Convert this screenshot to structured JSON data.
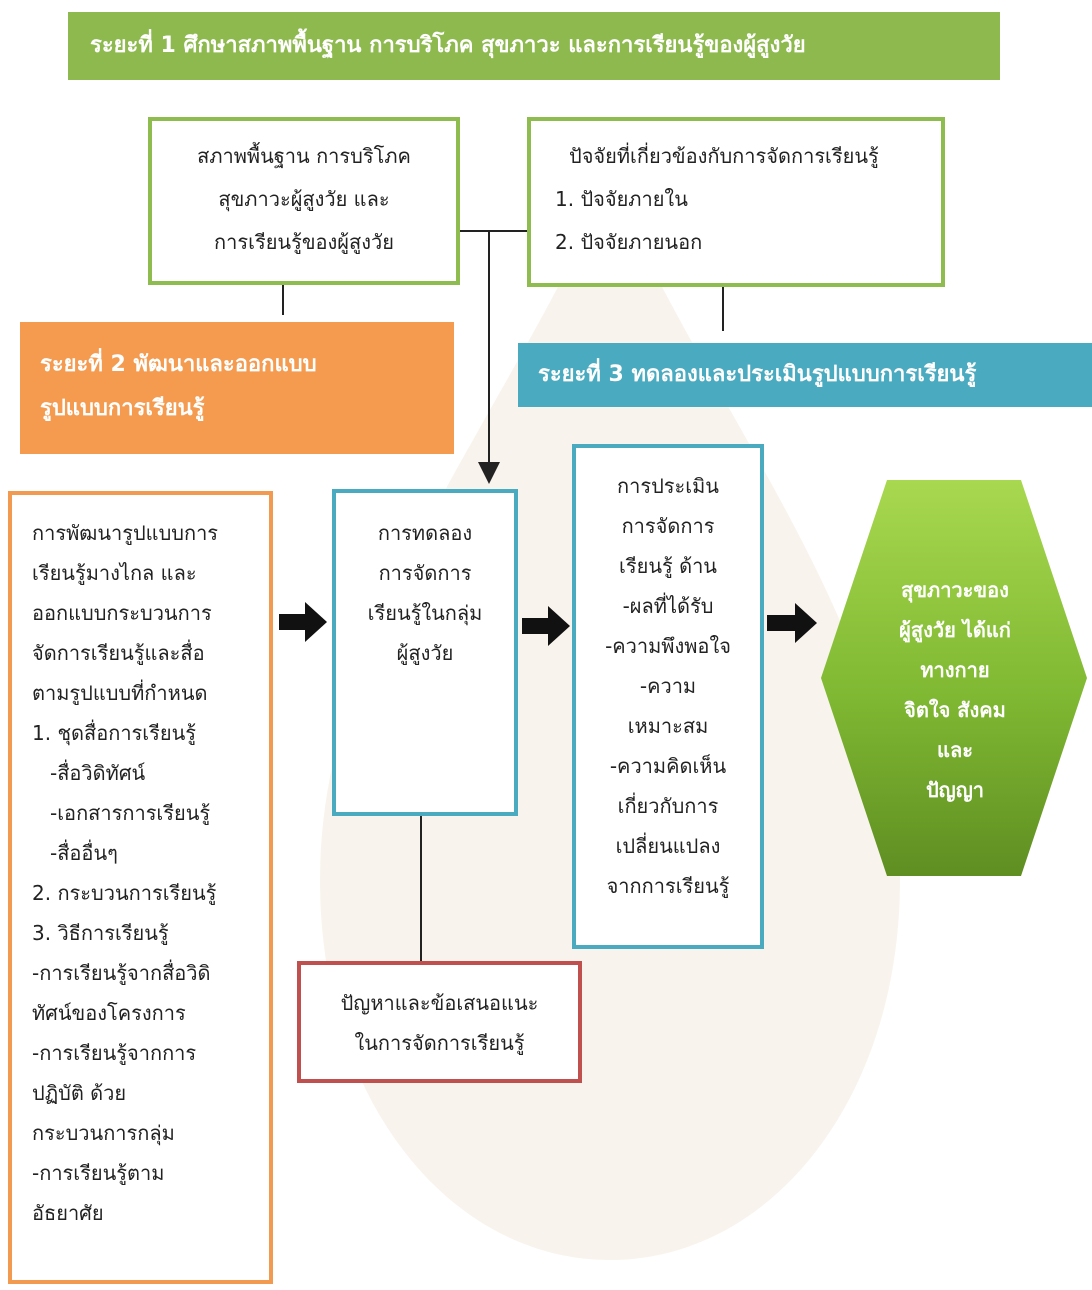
{
  "phase1": {
    "title": "ระยะที่ 1 ศึกษาสภาพพื้นฐาน การบริโภค สุขภาวะ และการเรียนรู้ของผู้สูงวัย"
  },
  "phase2": {
    "line1": "ระยะที่ 2 พัฒนาและออกแบบ",
    "line2": "รูปแบบการเรียนรู้"
  },
  "phase3": {
    "title": "ระยะที่ 3 ทดลองและประเมินรูปแบบการเรียนรู้"
  },
  "baseline": {
    "lines": [
      "สภาพพื้นฐาน การบริโภค",
      "สุขภาวะผู้สูงวัย และ",
      "การเรียนรู้ของผู้สูงวัย"
    ]
  },
  "factors": {
    "title": "ปัจจัยที่เกี่ยวข้องกับการจัดการเรียนรู้",
    "item1": "1. ปัจจัยภายใน",
    "item2": "2. ปัจจัยภายนอก"
  },
  "development": {
    "lines": [
      "การพัฒนารูปแบบการ",
      "เรียนรู้มางไกล และ",
      "ออกแบบกระบวนการ",
      "จัดการเรียนรู้และสื่อ",
      "ตามรูปแบบที่กำหนด",
      "1. ชุดสื่อการเรียนรู้",
      "-สื่อวิดิทัศน์",
      "-เอกสารการเรียนรู้",
      "-สื่ออื่นๆ",
      "2. กระบวนการเรียนรู้",
      "3. วิธีการเรียนรู้",
      "-การเรียนรู้จากสื่อวิดิ",
      "ทัศน์ของโครงการ",
      "-การเรียนรู้จากการ",
      "ปฏิบัติ ด้วย",
      "กระบวนการกลุ่ม",
      "-การเรียนรู้ตาม",
      "อัธยาศัย"
    ]
  },
  "experiment": {
    "lines": [
      "การทดลอง",
      "การจัดการ",
      "เรียนรู้ในกลุ่ม",
      "ผู้สูงวัย"
    ]
  },
  "evaluation": {
    "lines": [
      "การประเมิน",
      "การจัดการ",
      "เรียนรู้ ด้าน",
      "-ผลที่ได้รับ",
      "-ความพึงพอใจ",
      "-ความ",
      "เหมาะสม",
      "-ความคิดเห็น",
      "เกี่ยวกับการ",
      "เปลี่ยนแปลง",
      "จากการเรียนรู้"
    ]
  },
  "problems": {
    "lines": [
      "ปัญหาและข้อเสนอแนะ",
      "ในการจัดการเรียนรู้"
    ]
  },
  "outcome": {
    "lines": [
      "สุขภาวะของ",
      "ผู้สูงวัย ได้แก่",
      "ทางกาย",
      "จิตใจ สังคม",
      "และ",
      "ปัญญา"
    ]
  },
  "colors": {
    "green": "#8db94e",
    "orange": "#f49b4f",
    "teal": "#4aaac0",
    "red": "#c0504d",
    "hexagon": "#8cc63f"
  }
}
